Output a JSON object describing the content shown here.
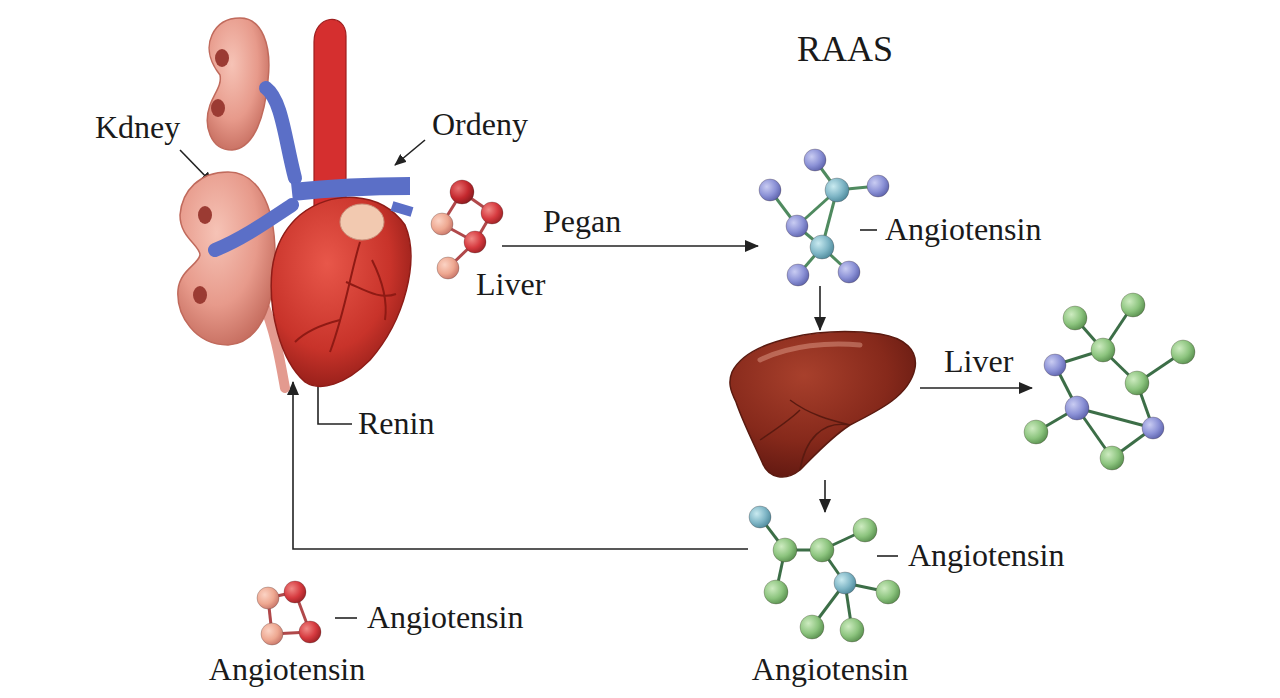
{
  "diagram": {
    "title": "RAAS",
    "nodes": [
      {
        "text": [
          "Renin"
        ]
      },
      {
        "text": [
          "Liver"
        ]
      },
      {
        "text": [
          "Angiotensin"
        ]
      },
      {
        "text": []
      },
      {
        "text": []
      },
      {
        "text": [
          "Angiotensin",
          "Angiotensin"
        ]
      },
      {
        "text": [
          "Angiotensin",
          "Angiotensin"
        ]
      }
    ],
    "edges": [
      {
        "from": 1,
        "to": 2,
        "arrow": "to",
        "label": "Pegan"
      },
      {
        "from": 2,
        "to": 3,
        "arrow": "to"
      },
      {
        "from": 3,
        "to": 4,
        "arrow": "to",
        "label": "Liver"
      },
      {
        "from": 3,
        "to": 5,
        "arrow": "to"
      },
      {
        "from": 5,
        "to": 0,
        "arrow": "to"
      }
    ],
    "labels": [
      "Kdney",
      "Ordeny"
    ]
  }
}
